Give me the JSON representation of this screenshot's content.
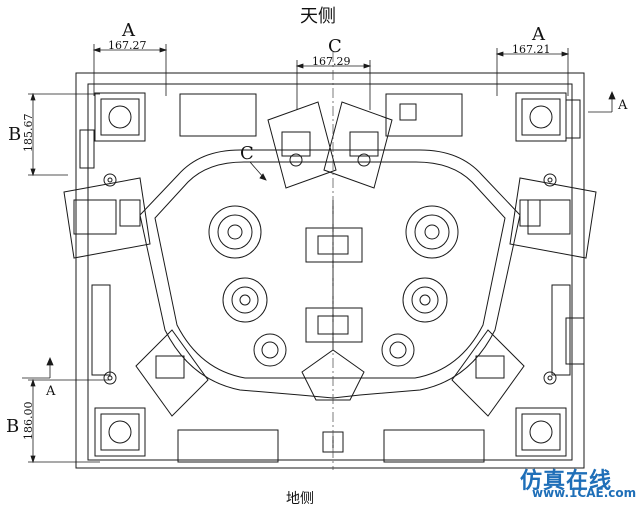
{
  "labels": {
    "top_side": "天侧",
    "bottom_side": "地侧",
    "section_a_left": "A",
    "section_a_right": "A",
    "section_c_top": "C",
    "section_c_inner": "C",
    "section_b_upper": "B",
    "section_b_lower": "B",
    "arrow_a_right": "A",
    "arrow_a_left": "A"
  },
  "dimensions": {
    "top_left": "167.27",
    "top_center": "167.29",
    "top_right": "167.21",
    "left_upper": "185.67",
    "left_lower": "186.00"
  },
  "watermark": {
    "text_cn": "仿真在线",
    "url": "www.1CAE.com"
  },
  "colors": {
    "line": "#1a1a1a",
    "watermark": "#1f6fb8"
  }
}
